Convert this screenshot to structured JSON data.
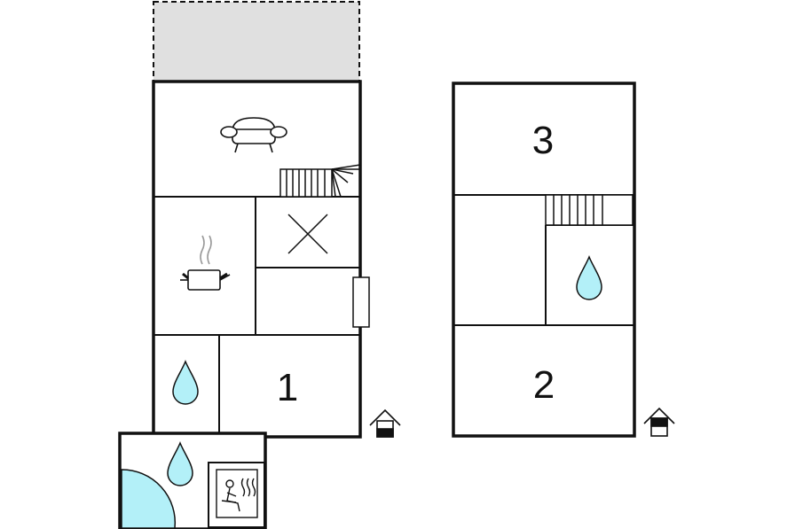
{
  "floor_plan": {
    "ground_floor": {
      "room_numbers": [
        "1"
      ],
      "rooms": [
        "terrace",
        "living-room",
        "stairs",
        "kitchen",
        "storage",
        "hallway",
        "bathroom",
        "bedroom-1",
        "sauna-room",
        "shower",
        "sauna"
      ]
    },
    "upper_floor": {
      "room_numbers": [
        "3",
        "2"
      ],
      "rooms": [
        "bedroom-3",
        "stairs",
        "landing",
        "bathroom",
        "bedroom-2"
      ]
    },
    "icons": [
      "sofa-icon",
      "cooking-pot-icon",
      "storage-cross-icon",
      "water-drop-icon",
      "sauna-icon",
      "floor-level-icon"
    ],
    "colors": {
      "wall": "#111111",
      "terrace_fill": "#e0e0e0",
      "water": "#b3f0f8",
      "background": "#ffffff"
    }
  }
}
